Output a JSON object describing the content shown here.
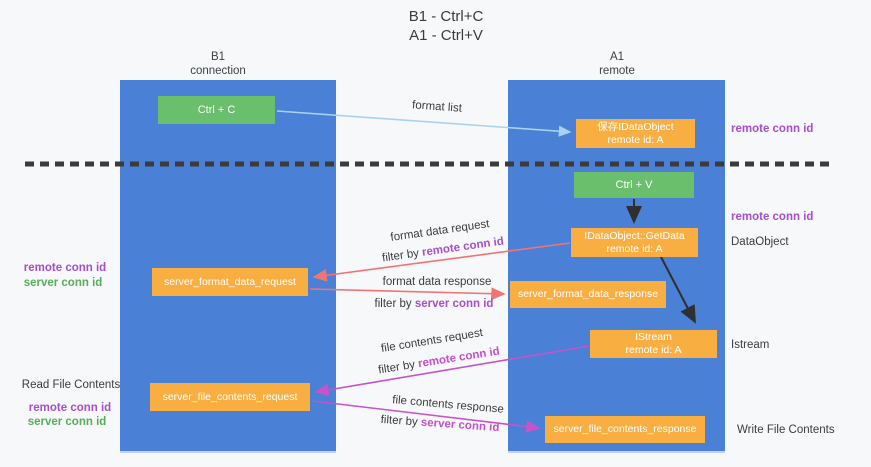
{
  "title": {
    "line1": "B1 - Ctrl+C",
    "line2": "A1 - Ctrl+V"
  },
  "lanes": {
    "b1": {
      "name": "B1",
      "subtitle": "connection"
    },
    "a1": {
      "name": "A1",
      "subtitle": "remote"
    }
  },
  "nodes": {
    "ctrl_c": {
      "label": "Ctrl + C"
    },
    "save_idataobject": {
      "line1": "保存IDataObject",
      "line2": "remote id: A"
    },
    "ctrl_v": {
      "label": "Ctrl + V"
    },
    "idataobject_getdata": {
      "line1": "IDataObject::GetData",
      "line2": "remote id: A"
    },
    "server_format_data_request": {
      "label": "server_format_data_request"
    },
    "server_format_data_response": {
      "label": "server_format_data_response"
    },
    "istream": {
      "line1": "IStream",
      "line2": "remote id: A"
    },
    "server_file_contents_request": {
      "label": "server_file_contents_request"
    },
    "server_file_contents_response": {
      "label": "server_file_contents_response"
    }
  },
  "flow_labels": {
    "format_list": "format list",
    "format_data_request": "format data request",
    "format_data_response": "format data response",
    "file_contents_request": "file contents request",
    "file_contents_response": "file contents response",
    "filter_by": "filter by",
    "remote_conn_id": "remote conn id",
    "server_conn_id": "server conn id"
  },
  "side_labels": {
    "right": {
      "remote_conn_id_top": "remote conn id",
      "remote_conn_id_mid": "remote conn id",
      "dataobject": "DataObject",
      "istream": "Istream",
      "write_file_contents": "Write File Contents"
    },
    "left": {
      "remote_conn_id_mid": "remote conn id",
      "server_conn_id_mid": "server conn id",
      "read_file_contents": "Read File Contents",
      "remote_conn_id_bottom": "remote conn id",
      "server_conn_id_bottom": "server conn id"
    }
  },
  "colors": {
    "lane_blue": "#4a80d5",
    "node_orange": "#f9ae41",
    "node_green": "#6abf6d",
    "arrow_light_blue": "#a8d2ef",
    "arrow_salmon": "#f07474",
    "arrow_magenta": "#c553c9",
    "arrow_black": "#2f2f2f",
    "dashed_divider": "#3b3b3b",
    "text_purple": "#a64fc8",
    "text_magenta": "#c24fca",
    "text_green": "#56ad5a"
  }
}
